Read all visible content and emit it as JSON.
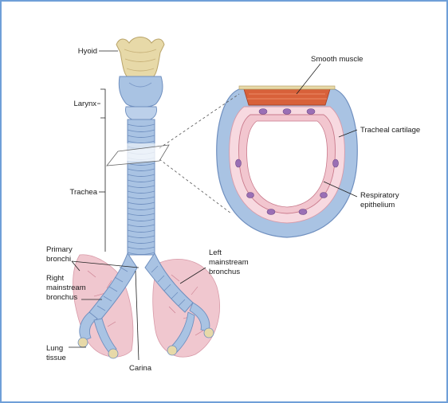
{
  "labels": {
    "hyoid": "Hyoid",
    "larynx": "Larynx",
    "trachea": "Trachea",
    "primary_bronchi_1": "Primary",
    "primary_bronchi_2": "bronchi",
    "right_mainstream_1": "Right",
    "right_mainstream_2": "mainstream",
    "right_mainstream_3": "bronchus",
    "lung_tissue_1": "Lung",
    "lung_tissue_2": "tissue",
    "carina": "Carina",
    "left_mainstream_1": "Left",
    "left_mainstream_2": "mainstream",
    "left_mainstream_3": "bronchus",
    "smooth_muscle": "Smooth muscle",
    "tracheal_cartilage": "Tracheal cartilage",
    "respiratory_epithelium_1": "Respiratory",
    "respiratory_epithelium_2": "epithelium"
  },
  "colors": {
    "frame_border": "#6f9fd8",
    "cartilage_blue": "#a9c3e3",
    "cartilage_dark": "#6f8fbf",
    "bone_tan": "#e7d9a8",
    "smooth_muscle_red": "#d8613a",
    "epithelium_pink": "#f2c6cf",
    "gland_purple": "#9a6fb5",
    "lung_pink": "#f0c7cf"
  }
}
